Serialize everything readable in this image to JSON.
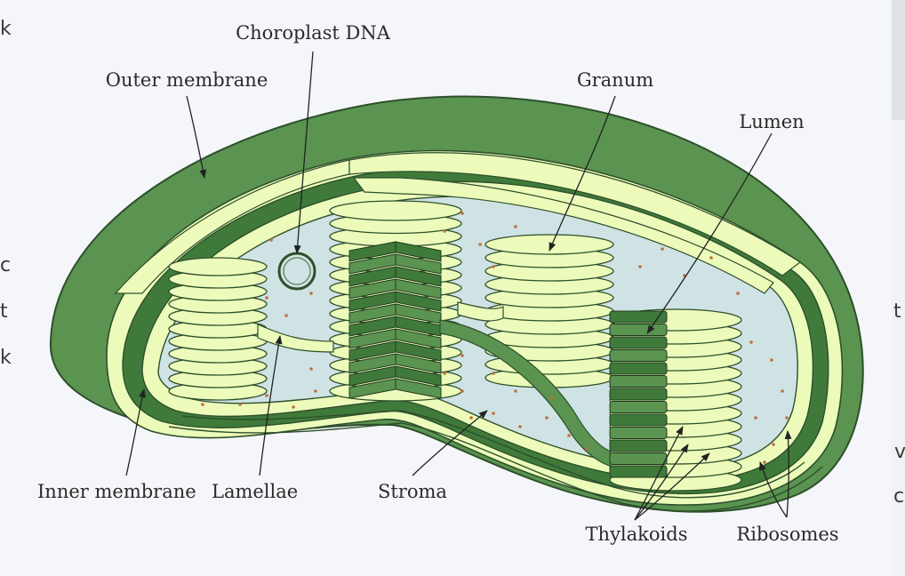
{
  "diagram": {
    "labels": {
      "chloroplast_dna": "Choroplast DNA",
      "outer_membrane": "Outer membrane",
      "granum": "Granum",
      "lumen": "Lumen",
      "inner_membrane": "Inner membrane",
      "lamellae": "Lamellae",
      "stroma": "Stroma",
      "thylakoids": "Thylakoids",
      "ribosomes": "Ribosomes"
    }
  },
  "colors": {
    "outer_green": "#5a9450",
    "dark_green": "#3f7a3a",
    "pale_yellow": "#ecfbba",
    "stroma_blue": "#cfe3e5",
    "ribosome_dot": "#c0703a"
  },
  "background_fragments": {
    "left": [
      "k",
      "c",
      "t",
      "k"
    ],
    "right": [
      "t",
      "v",
      "c"
    ]
  }
}
